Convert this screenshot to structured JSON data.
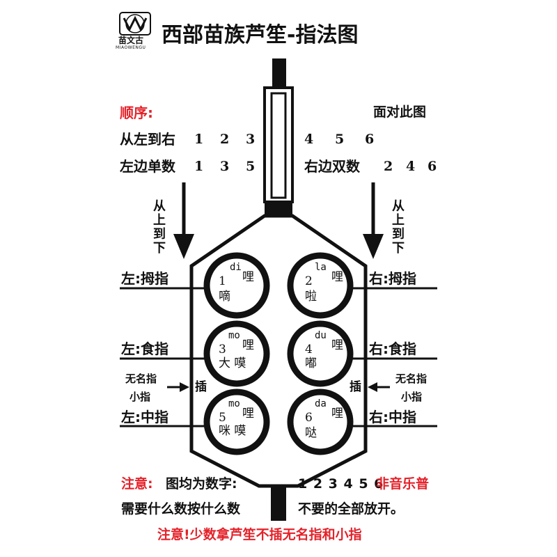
{
  "logo": {
    "name": "苗文古",
    "sub": "MIAOWENGU"
  },
  "title": "西部苗族芦笙-指法图",
  "order_label": "顺序:",
  "facing_note": "面对此图",
  "left_to_right": {
    "label": "从左到右",
    "left_numbers": [
      "1",
      "2",
      "3"
    ],
    "right_numbers": [
      "4",
      "5",
      "6"
    ]
  },
  "left_odd": {
    "label": "左边单数",
    "numbers": [
      "1",
      "3",
      "5"
    ]
  },
  "right_even": {
    "label": "右边双数",
    "numbers": [
      "2",
      "4",
      "6"
    ]
  },
  "top_down": [
    "从",
    "上",
    "到",
    "下"
  ],
  "fingers": {
    "left_thumb": "左:拇指",
    "right_thumb": "右:拇指",
    "left_index": "左:食指",
    "right_index": "右:食指",
    "left_middle": "左:中指",
    "right_middle": "右:中指",
    "ring_finger": "无名指",
    "little_finger": "小指",
    "insert": "插"
  },
  "holes": [
    {
      "num": "1",
      "pinyin": "di",
      "char_right": "哩",
      "chars_bottom": "嘀"
    },
    {
      "num": "2",
      "pinyin": "la",
      "char_right": "哩",
      "chars_bottom": "啦"
    },
    {
      "num": "3",
      "pinyin": "mo",
      "char_right": "哩",
      "chars_bottom": "大 嗼"
    },
    {
      "num": "4",
      "pinyin": "du",
      "char_right": "哩",
      "chars_bottom": "嘟"
    },
    {
      "num": "5",
      "pinyin": "mo",
      "char_right": "哩",
      "chars_bottom": "咪 嗼"
    },
    {
      "num": "6",
      "pinyin": "da",
      "char_right": "哩",
      "chars_bottom": "哒"
    }
  ],
  "notes": {
    "note_label": "注意:",
    "note_text": "图均为数字:",
    "digits": "1 2 3 4 5 6",
    "not_music": "非音乐普",
    "press_rule": "需要什么数按什么数",
    "release_rule": "不要的全部放开。",
    "final_note": "注意!少数拿芦笙不插无名指和小指"
  },
  "colors": {
    "accent_red": "#e4222a",
    "ink": "#111111"
  }
}
